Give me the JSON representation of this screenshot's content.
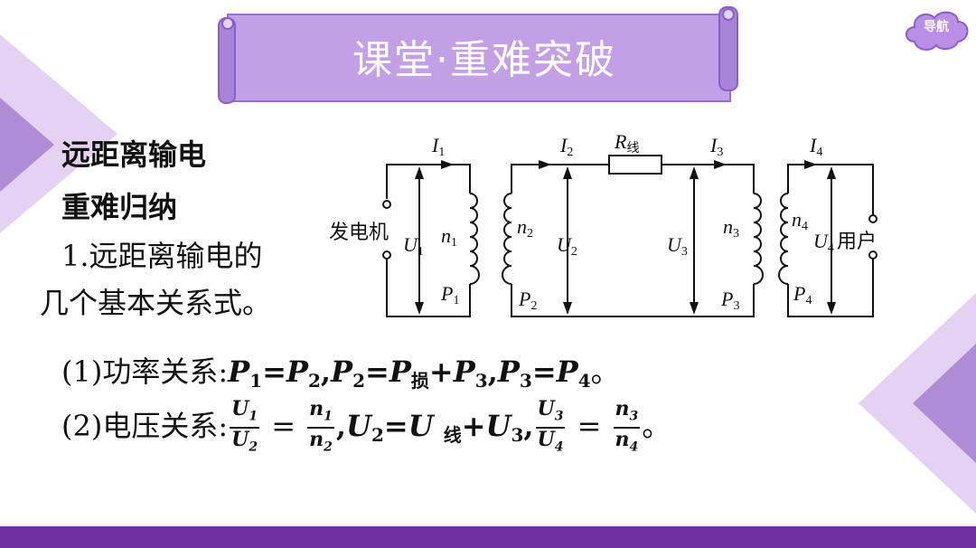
{
  "banner": {
    "title": "课堂·重难突破"
  },
  "nav": {
    "label": "导航"
  },
  "headings": {
    "section": "远距离输电",
    "sub": "重难归纳"
  },
  "intro": {
    "line1": "1.远距离输电的",
    "line2": "几个基本关系式。"
  },
  "formula1": {
    "label": "(1)功率关系:",
    "P": "P",
    "s1": "1",
    "s2": "2",
    "s3": "3",
    "s4": "4",
    "sLoss": "损",
    "eq": "=",
    "comma": ",",
    "plus": "+",
    "end": "。"
  },
  "formula2": {
    "label": "(2)电压关系:",
    "U": "U",
    "n": "n",
    "s1": "1",
    "s2": "2",
    "s3": "3",
    "s4": "4",
    "sLine": "线",
    "eq": "=",
    "comma": ",",
    "plus": "+",
    "end": "。"
  },
  "circuit": {
    "I1": "I",
    "I1s": "1",
    "I2": "I",
    "I2s": "2",
    "I3": "I",
    "I3s": "3",
    "I4": "I",
    "I4s": "4",
    "R": "R",
    "Rs": "线",
    "generator": "发电机",
    "user": "用户",
    "U1": "U",
    "U1s": "1",
    "U2": "U",
    "U2s": "2",
    "U3": "U",
    "U3s": "3",
    "U4": "U",
    "U4s": "4",
    "n1": "n",
    "n1s": "1",
    "n2": "n",
    "n2s": "2",
    "n3": "n",
    "n3s": "3",
    "n4": "n",
    "n4s": "4",
    "P1": "P",
    "P1s": "1",
    "P2": "P",
    "P2s": "2",
    "P3": "P",
    "P3s": "3",
    "P4": "P",
    "P4s": "4"
  },
  "colors": {
    "accent": "#7030a0",
    "banner": "#c3a0e6",
    "light": "#e4d2f2"
  }
}
